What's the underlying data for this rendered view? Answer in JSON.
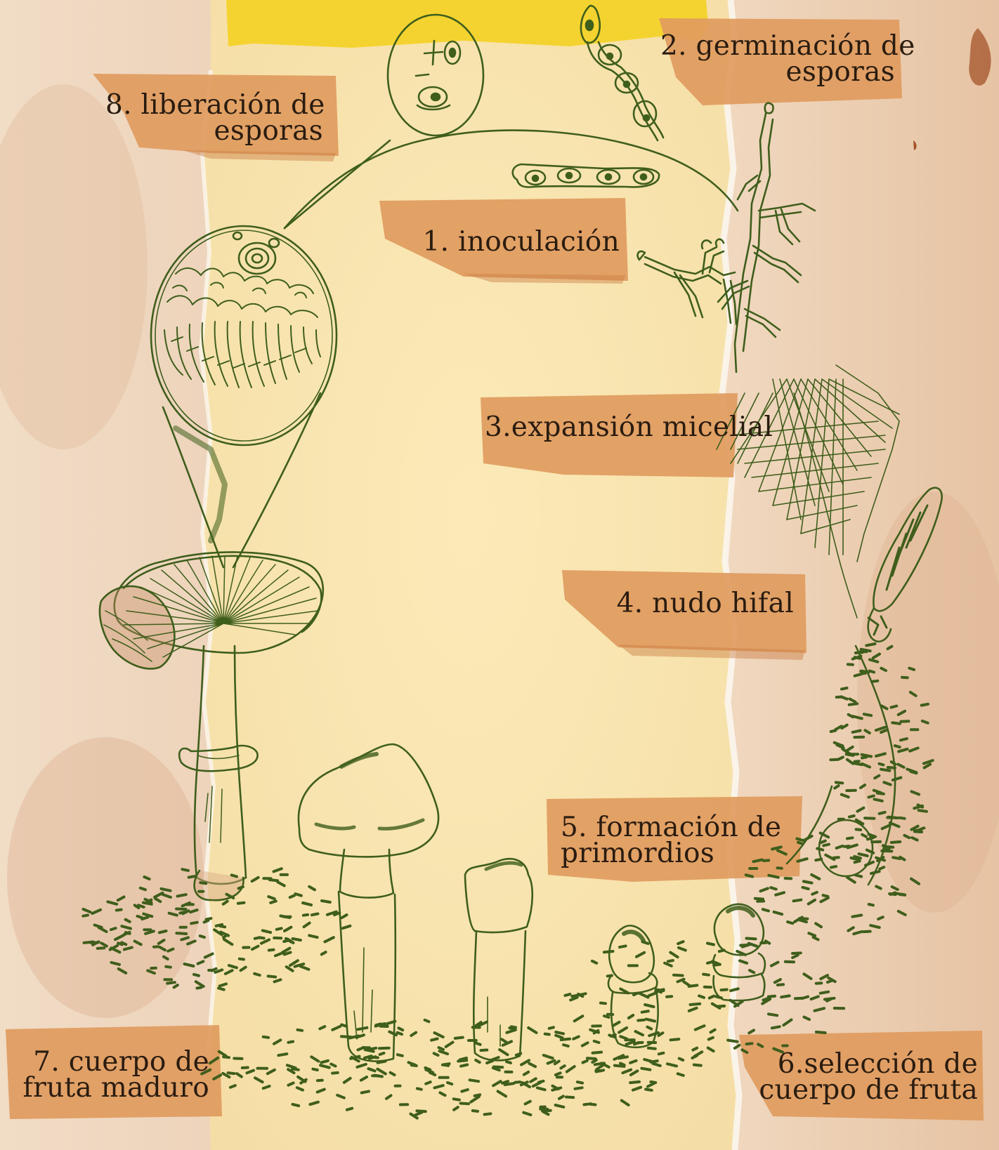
{
  "diagram": {
    "colors": {
      "background_left": "#e8cbb0",
      "paper_center": "#f8e6b2",
      "yellow_strip": "#f3d433",
      "label_tape": "#df9b5e",
      "ink": "#3f5e1c",
      "text": "#2a1c10"
    },
    "stages": [
      {
        "number": 1,
        "lines": [
          "1. inoculación"
        ]
      },
      {
        "number": 2,
        "lines": [
          "2. germinación de",
          "esporas"
        ]
      },
      {
        "number": 3,
        "lines": [
          "3.expansión micelial"
        ]
      },
      {
        "number": 4,
        "lines": [
          "4. nudo hifal"
        ]
      },
      {
        "number": 5,
        "lines": [
          "5. formación de",
          "primordios"
        ]
      },
      {
        "number": 6,
        "lines": [
          "6.selección de",
          "cuerpo de fruta"
        ]
      },
      {
        "number": 7,
        "lines": [
          "7. cuerpo de",
          "fruta maduro"
        ]
      },
      {
        "number": 8,
        "lines": [
          "8. liberación de",
          "esporas"
        ]
      }
    ]
  }
}
